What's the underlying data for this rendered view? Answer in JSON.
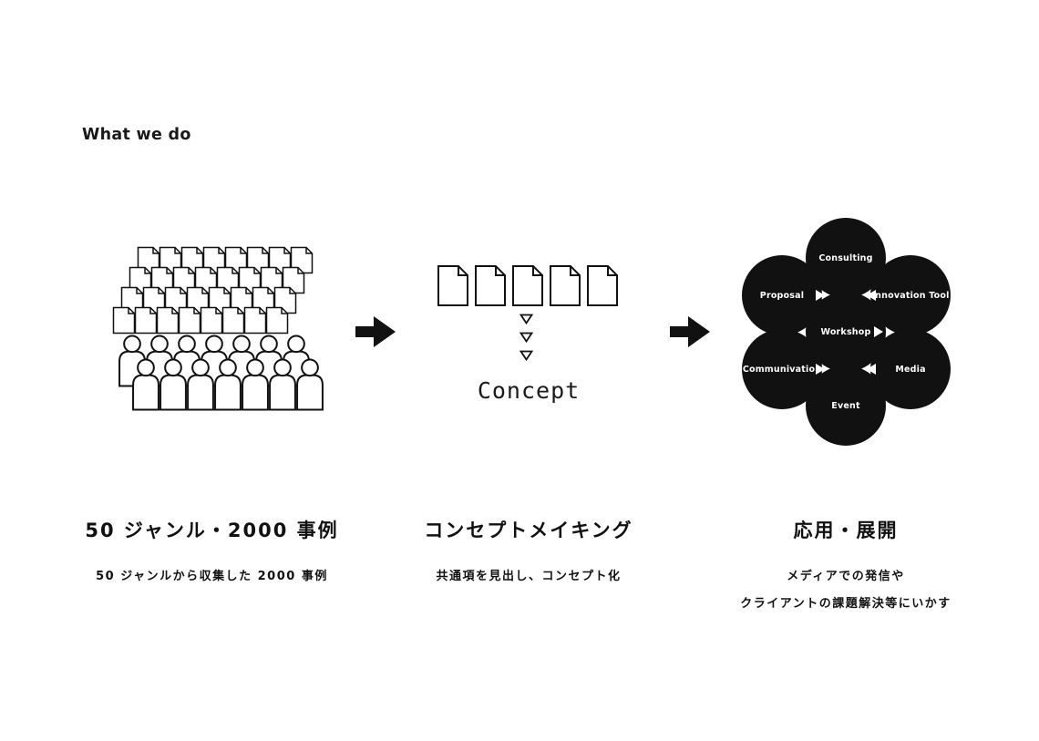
{
  "page": {
    "title": "What we do"
  },
  "colors": {
    "ink": "#111111",
    "node_fill": "#111111",
    "node_text": "#ffffff"
  },
  "stages": [
    {
      "heading": "50 ジャンル・2000 事例",
      "subheading": "50 ジャンルから収集した 2000 事例",
      "graphic": {
        "type": "documents-and-people",
        "document_rows": 4,
        "documents_per_row": 8,
        "people_rows": 2,
        "people_per_row": 7
      }
    },
    {
      "heading": "コンセプトメイキング",
      "subheading": "共通項を見出し、コンセプト化",
      "graphic": {
        "type": "documents-to-concept",
        "documents": 5,
        "funnel_triangles": 3,
        "concept_label": "Concept"
      }
    },
    {
      "heading": "応用・展開",
      "subheading_lines": [
        "メディアでの発信や",
        "クライアントの課題解決等にいかす"
      ],
      "graphic": {
        "type": "circle-cluster",
        "nodes": [
          {
            "label": "Consulting",
            "position": "top"
          },
          {
            "label": "Proposal",
            "position": "upper-left"
          },
          {
            "label": "Innovation Tool",
            "position": "upper-right"
          },
          {
            "label": "Workshop",
            "position": "center"
          },
          {
            "label": "Communivation",
            "position": "lower-left"
          },
          {
            "label": "Media",
            "position": "lower-right"
          },
          {
            "label": "Event",
            "position": "bottom"
          }
        ],
        "connector_arrows": [
          {
            "direction": "right",
            "at": "proposal-right"
          },
          {
            "direction": "left",
            "at": "innovation-tool-left"
          },
          {
            "direction": "right",
            "at": "workshop-right"
          },
          {
            "direction": "right",
            "at": "communivation-right"
          },
          {
            "direction": "left",
            "at": "media-left"
          }
        ]
      }
    }
  ]
}
